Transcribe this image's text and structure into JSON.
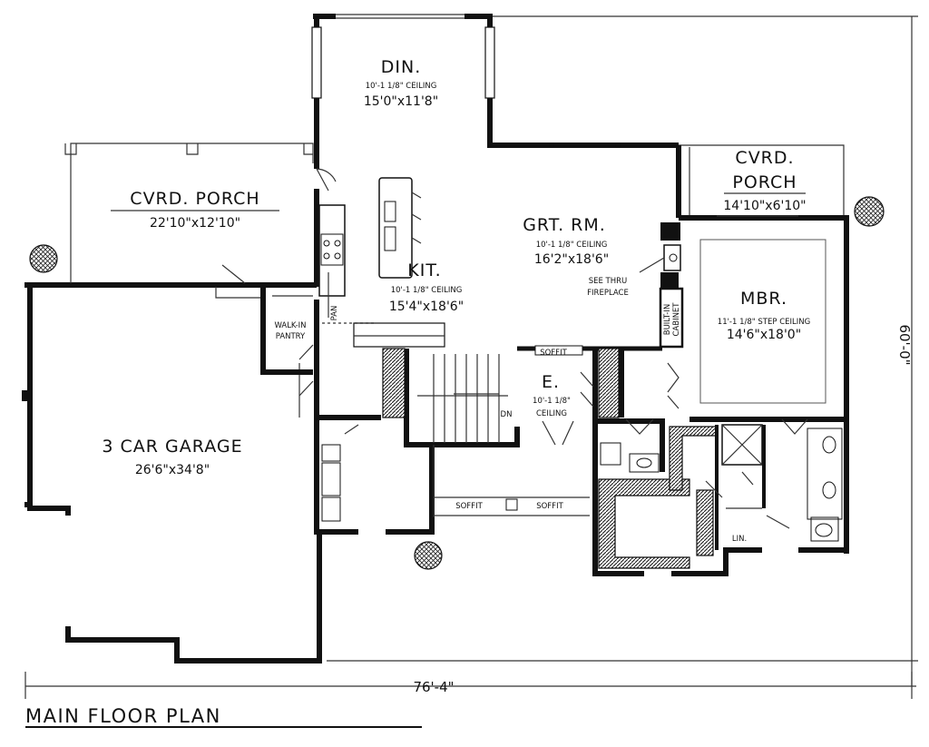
{
  "plan_title": "MAIN FLOOR PLAN",
  "overall": {
    "width": "76'-4\"",
    "depth": "60'-0\""
  },
  "rooms": {
    "dining": {
      "name": "DIN.",
      "ceiling": "10'-1 1/8\" CEILING",
      "size": "15'0\"x11'8\""
    },
    "porch_left": {
      "name": "CVRD. PORCH",
      "size": "22'10\"x12'10\""
    },
    "porch_right": {
      "name_line1": "CVRD.",
      "name_line2": "PORCH",
      "size": "14'10\"x6'10\""
    },
    "great_room": {
      "name": "GRT. RM.",
      "ceiling": "10'-1 1/8\" CEILING",
      "size": "16'2\"x18'6\""
    },
    "kitchen": {
      "name": "KIT.",
      "ceiling": "10'-1 1/8\" CEILING",
      "size": "15'4\"x18'6\""
    },
    "master": {
      "name": "MBR.",
      "ceiling": "11'-1 1/8\" STEP CEILING",
      "size": "14'6\"x18'0\""
    },
    "garage": {
      "name": "3 CAR GARAGE",
      "size": "26'6\"x34'8\""
    },
    "entry": {
      "name": "E.",
      "ceiling_line1": "10'-1 1/8\"",
      "ceiling_line2": "CEILING"
    }
  },
  "labels": {
    "pantry_line1": "WALK-IN",
    "pantry_line2": "PANTRY",
    "pan": "PAN",
    "fireplace_line1": "SEE THRU",
    "fireplace_line2": "FIREPLACE",
    "builtin_line1": "BUILT-IN",
    "builtin_line2": "CABINET",
    "soffit_top": "SOFFIT",
    "soffit_bottom_left": "SOFFIT",
    "soffit_bottom_right": "SOFFIT",
    "stair_dn": "DN",
    "linen": "LIN."
  },
  "colors": {
    "ink": "#111111",
    "paper": "#ffffff"
  }
}
